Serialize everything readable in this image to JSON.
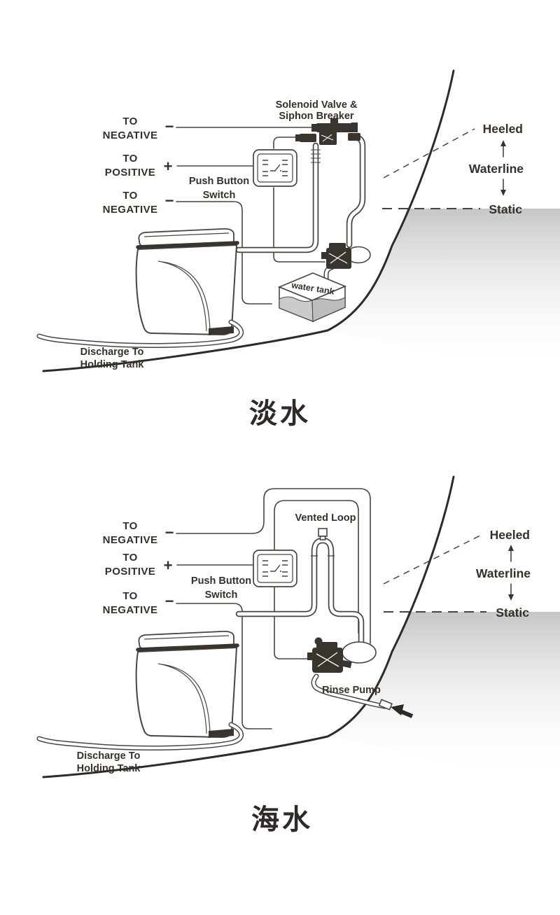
{
  "colors": {
    "ink": "#3a342f",
    "water_shade": "#c6c6c6",
    "background": "#ffffff"
  },
  "fresh": {
    "caption": "淡水",
    "wires": {
      "neg1_l1": "TO",
      "neg1_l2": "NEGATIVE",
      "neg1_sym": "−",
      "pos_l1": "TO",
      "pos_l2": "POSITIVE",
      "pos_sym": "+",
      "neg2_l1": "TO",
      "neg2_l2": "NEGATIVE",
      "neg2_sym": "−"
    },
    "solenoid_l1": "Solenoid Valve &",
    "solenoid_l2": "Siphon Breaker",
    "switch_l1": "Push Button",
    "switch_l2": "Switch",
    "tank_label": "water tank",
    "discharge_l1": "Discharge To",
    "discharge_l2": "Holding Tank",
    "waterline": {
      "heeled": "Heeled",
      "waterline": "Waterline",
      "static": "Static"
    }
  },
  "sea": {
    "caption": "海水",
    "wires": {
      "neg1_l1": "TO",
      "neg1_l2": "NEGATIVE",
      "neg1_sym": "−",
      "pos_l1": "TO",
      "pos_l2": "POSITIVE",
      "pos_sym": "+",
      "neg2_l1": "TO",
      "neg2_l2": "NEGATIVE",
      "neg2_sym": "−"
    },
    "vented_loop": "Vented Loop",
    "switch_l1": "Push Button",
    "switch_l2": "Switch",
    "rinse_pump": "Rinse Pump",
    "discharge_l1": "Discharge To",
    "discharge_l2": "Holding Tank",
    "waterline": {
      "heeled": "Heeled",
      "waterline": "Waterline",
      "static": "Static"
    }
  }
}
